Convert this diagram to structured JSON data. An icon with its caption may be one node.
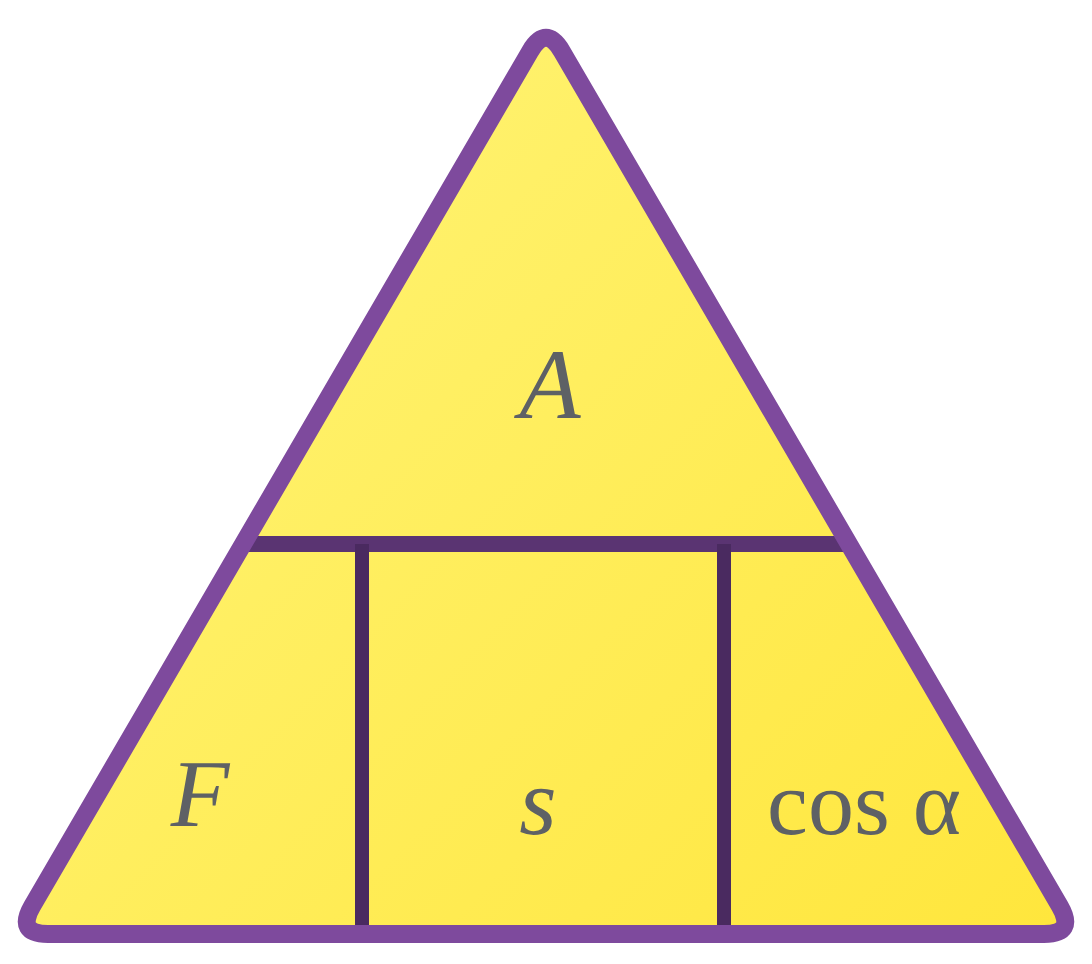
{
  "diagram": {
    "nodes": [
      {
        "text": [],
        "shape": "triangle"
      },
      {
        "text": [
          "A"
        ],
        "in": 0
      },
      {
        "text": [
          "F"
        ],
        "in": 0
      },
      {
        "text": [
          "s"
        ],
        "in": 0
      },
      {
        "text": [
          "cos α"
        ],
        "in": 0
      }
    ]
  }
}
